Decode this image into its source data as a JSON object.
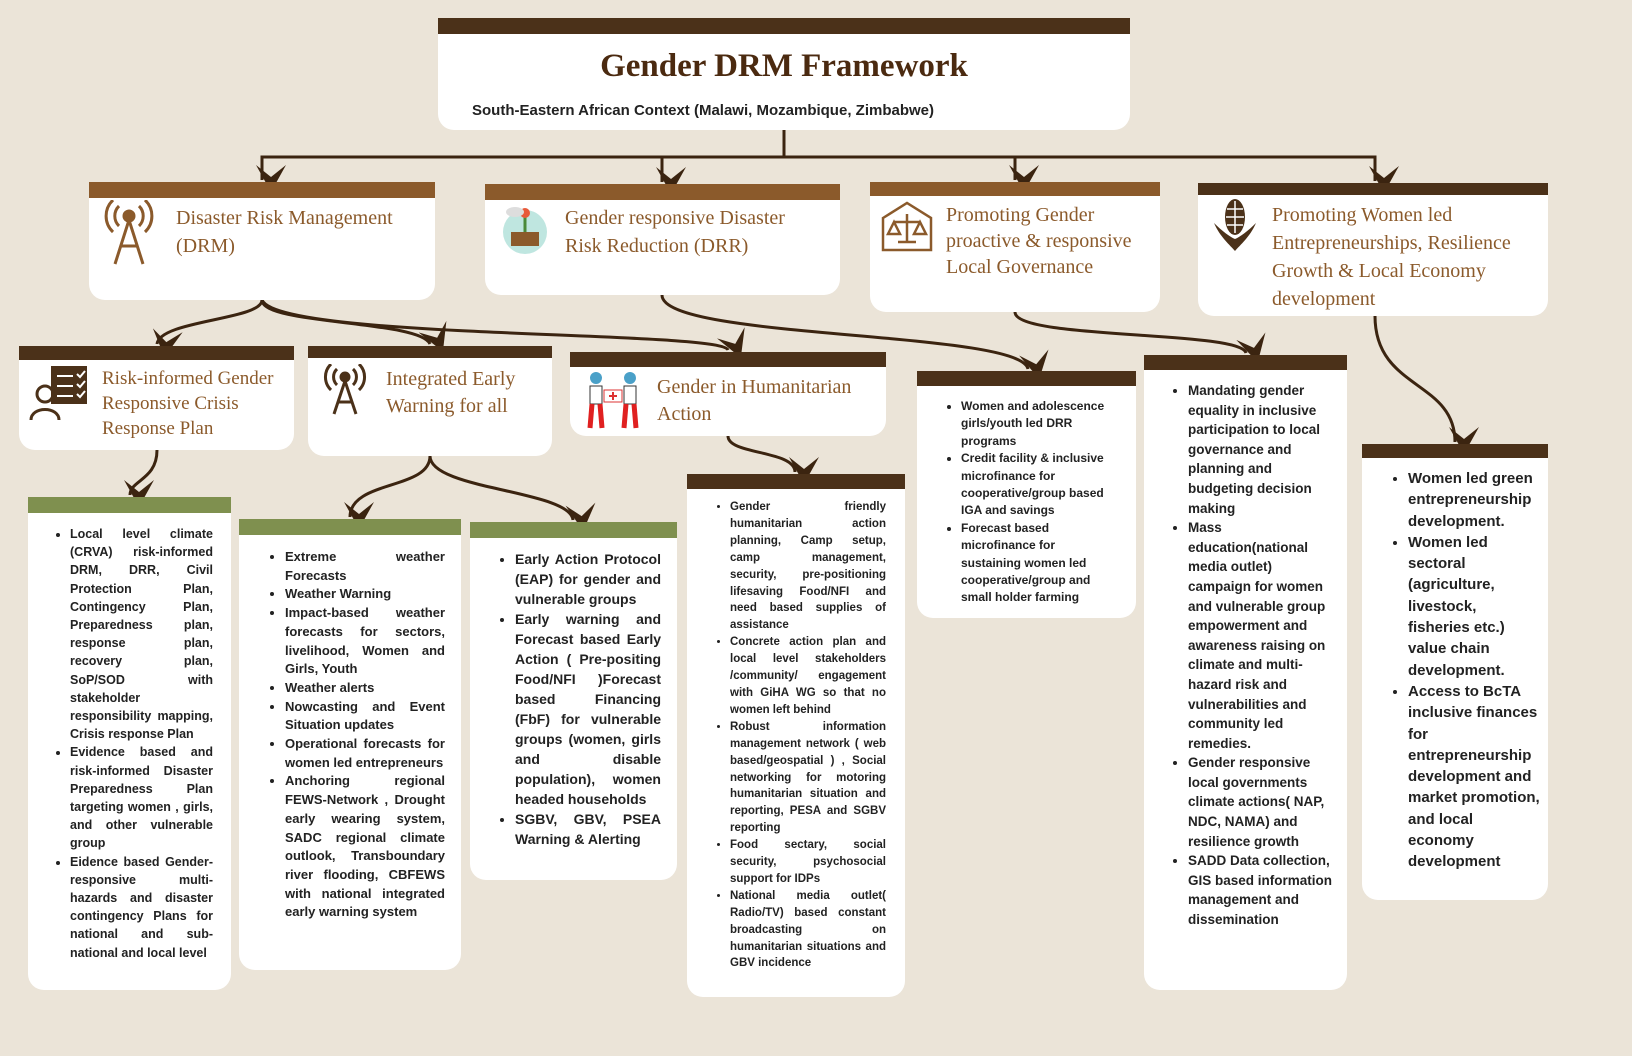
{
  "header": {
    "title": "Gender DRM  Framework",
    "subtitle": "South-Eastern African Context (Malawi, Mozambique, Zimbabwe)"
  },
  "level1": [
    {
      "label": "Disaster Risk Management (DRM)",
      "icon": "radio-tower-icon"
    },
    {
      "label": "Gender responsive Disaster Risk Reduction (DRR)",
      "icon": "plant-icon"
    },
    {
      "label": "Promoting Gender proactive & responsive Local Governance",
      "icon": "scales-icon"
    },
    {
      "label": "Promoting Women led Entrepreneurships, Resilience Growth & Local Economy development",
      "icon": "corn-icon"
    }
  ],
  "level2": [
    {
      "label": "Risk-informed Gender Responsive Crisis Response Plan",
      "icon": "checklist-icon"
    },
    {
      "label": "Integrated Early Warning for all",
      "icon": "radio-tower-icon"
    },
    {
      "label": "Gender in Humanitarian  Action",
      "icon": "aid-workers-icon"
    }
  ],
  "lists": {
    "crisis": [
      "Local level climate (CRVA) risk-informed DRM, DRR, Civil Protection Plan, Contingency Plan, Preparedness plan, response plan, recovery plan, SoP/SOD with stakeholder responsibility mapping, Crisis response Plan",
      "Evidence based and risk-informed Disaster Preparedness Plan targeting women , girls, and other vulnerable group",
      "Eidence based Gender-responsive multi-hazards and disaster contingency Plans for national and sub-national and local level"
    ],
    "warning1": [
      "Extreme weather Forecasts",
      "Weather Warning",
      "Impact-based weather forecasts for sectors, livelihood, Women and Girls, Youth",
      "Weather alerts",
      "Nowcasting and Event Situation updates",
      "Operational forecasts for women led entrepreneurs",
      "Anchoring regional FEWS-Network , Drought early wearing system, SADC regional climate outlook, Transboundary river flooding, CBFEWS with national integrated early warning system"
    ],
    "warning2": [
      "Early Action Protocol (EAP) for gender and vulnerable groups",
      "Early warning and Forecast based Early Action ( Pre-positing Food/NFI )Forecast based Financing (FbF) for vulnerable groups (women, girls and disable population), women headed households",
      "SGBV, GBV, PSEA Warning & Alerting"
    ],
    "humanitarian": [
      "Gender friendly humanitarian action planning, Camp setup, camp management, security, pre-positioning lifesaving Food/NFI and need based supplies of assistance",
      "Concrete action plan and local level stakeholders /community/ engagement with GiHA WG so that no women left behind",
      "Robust information management network ( web based/geospatial ) , Social networking for motoring humanitarian situation and reporting, PESA and SGBV reporting",
      "Food sectary, social security, psychosocial support for IDPs",
      "National media outlet( Radio/TV) based constant broadcasting on humanitarian situations and GBV incidence"
    ],
    "drr": [
      "Women and adolescence girls/youth led DRR programs",
      "Credit facility & inclusive microfinance  for cooperative/group based IGA and savings",
      "Forecast based microfinance for sustaining women led cooperative/group and small holder farming"
    ],
    "governance": [
      "Mandating gender equality in inclusive participation to local governance and planning and budgeting decision making",
      "Mass education(national media outlet) campaign for women and vulnerable group empowerment and awareness raising on climate  and multi-hazard risk and vulnerabilities and community led remedies.",
      "Gender responsive local governments climate actions( NAP, NDC, NAMA) and resilience growth",
      "SADD Data collection, GIS based information management and dissemination"
    ],
    "women": [
      "Women led green entrepreneurship development.",
      "Women led sectoral (agriculture, livestock, fisheries etc.) value chain development.",
      "Access to BcTA inclusive finances for entrepreneurship development and market promotion, and local economy development"
    ]
  },
  "colors": {
    "background": "#ebe4d8",
    "dark_brown": "#4b3119",
    "brown": "#8b5a2b",
    "olive": "#7f904f"
  }
}
